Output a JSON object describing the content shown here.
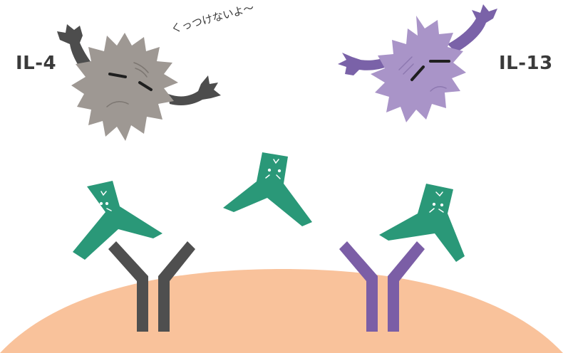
{
  "labels": {
    "left_cytokine": "IL-4",
    "right_cytokine": "IL-13",
    "speech": "くっつけないよ〜"
  },
  "colors": {
    "il4_body": "#9e9893",
    "il4_arm": "#4d4d4d",
    "il13_body": "#a994c8",
    "il13_arm": "#7a62a8",
    "receptor_left": "#4f4f4f",
    "receptor_right": "#7b5ea6",
    "antibody": "#2a9878",
    "cell": "#f9c29b",
    "face_line": "#1f1f1f"
  },
  "icons": [
    "il4-cytokine-icon",
    "il13-cytokine-icon",
    "antibody-icon",
    "receptor-icon",
    "cell-membrane-icon"
  ]
}
